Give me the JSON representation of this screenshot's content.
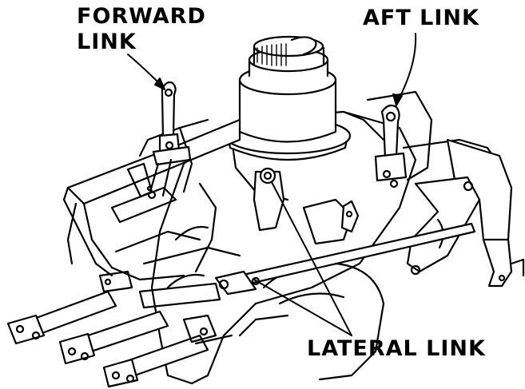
{
  "labels": {
    "forward_link_line1": "FORWARD",
    "forward_link_line2": "LINK",
    "aft_link": "AFT LINK",
    "lateral_link": "LATERAL LINK"
  },
  "colors": {
    "ink": "#000000",
    "paper": "#ffffff"
  }
}
